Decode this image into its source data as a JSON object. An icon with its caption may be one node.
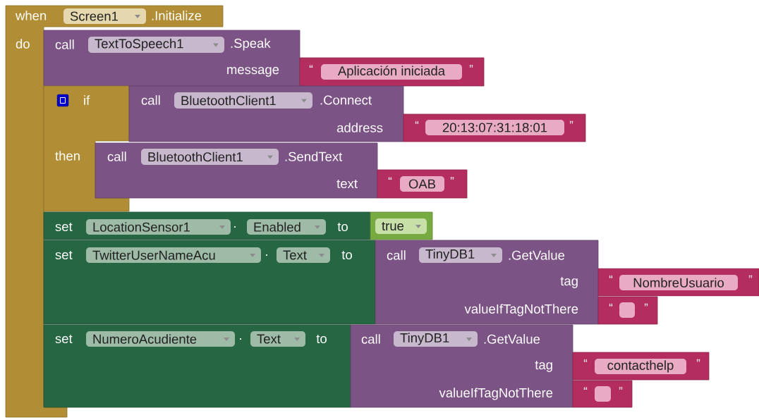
{
  "diagram": {
    "nodes": [
      {
        "text": [
          "when",
          ".Initialize",
          "do"
        ]
      },
      {
        "text": [
          "Screen1"
        ],
        "in": 0
      },
      {
        "text": [
          "call",
          ".Speak",
          "message"
        ]
      },
      {
        "text": [
          "TextToSpeech1"
        ],
        "in": 2
      },
      {
        "text": [
          "“",
          "”"
        ]
      },
      {
        "text": [
          "Aplicación iniciada"
        ],
        "in": 4
      },
      {
        "text": [
          "if",
          "then"
        ],
        "in": 0
      },
      {
        "text": [
          "call",
          ".Connect",
          "address"
        ]
      },
      {
        "text": [
          "BluetoothClient1"
        ],
        "in": 7
      },
      {
        "text": [
          "“",
          "”"
        ]
      },
      {
        "text": [
          "20:13:07:31:18:01"
        ],
        "in": 9
      },
      {
        "text": [
          "call",
          ".SendText",
          "text"
        ]
      },
      {
        "text": [
          "BluetoothClient1"
        ],
        "in": 11
      },
      {
        "text": [
          "“",
          "”"
        ]
      },
      {
        "text": [
          "OAB"
        ],
        "in": 13
      },
      {
        "text": [
          "set",
          ".",
          "to"
        ]
      },
      {
        "text": [
          "LocationSensor1"
        ],
        "in": 15
      },
      {
        "text": [
          "Enabled"
        ],
        "in": 15
      },
      {
        "text": [],
        "shape": "box"
      },
      {
        "text": [
          "true"
        ],
        "in": 18
      },
      {
        "text": [
          "set",
          ".",
          "to"
        ]
      },
      {
        "text": [
          "TwitterUserNameAcu"
        ],
        "in": 20
      },
      {
        "text": [
          "Text"
        ],
        "in": 20
      },
      {
        "text": [
          "call",
          ".GetValue",
          "tag",
          "valueIfTagNotThere"
        ]
      },
      {
        "text": [
          "TinyDB1"
        ],
        "in": 23
      },
      {
        "text": [
          "“",
          "”"
        ]
      },
      {
        "text": [
          "NombreUsuario"
        ],
        "in": 25
      },
      {
        "text": [
          "“",
          "”"
        ]
      },
      {
        "text": [],
        "shape": "box",
        "in": 27
      },
      {
        "text": [
          "set",
          ".",
          "to"
        ]
      },
      {
        "text": [
          "NumeroAcudiente"
        ],
        "in": 29
      },
      {
        "text": [
          "Text"
        ],
        "in": 29
      },
      {
        "text": [
          "call",
          ".GetValue",
          "tag",
          "valueIfTagNotThere"
        ]
      },
      {
        "text": [
          "TinyDB1"
        ],
        "in": 32
      },
      {
        "text": [
          "“",
          "”"
        ]
      },
      {
        "text": [
          "contacthelp"
        ],
        "in": 34
      },
      {
        "text": [
          "“",
          "”"
        ]
      },
      {
        "text": [],
        "shape": "box",
        "in": 36
      }
    ]
  }
}
